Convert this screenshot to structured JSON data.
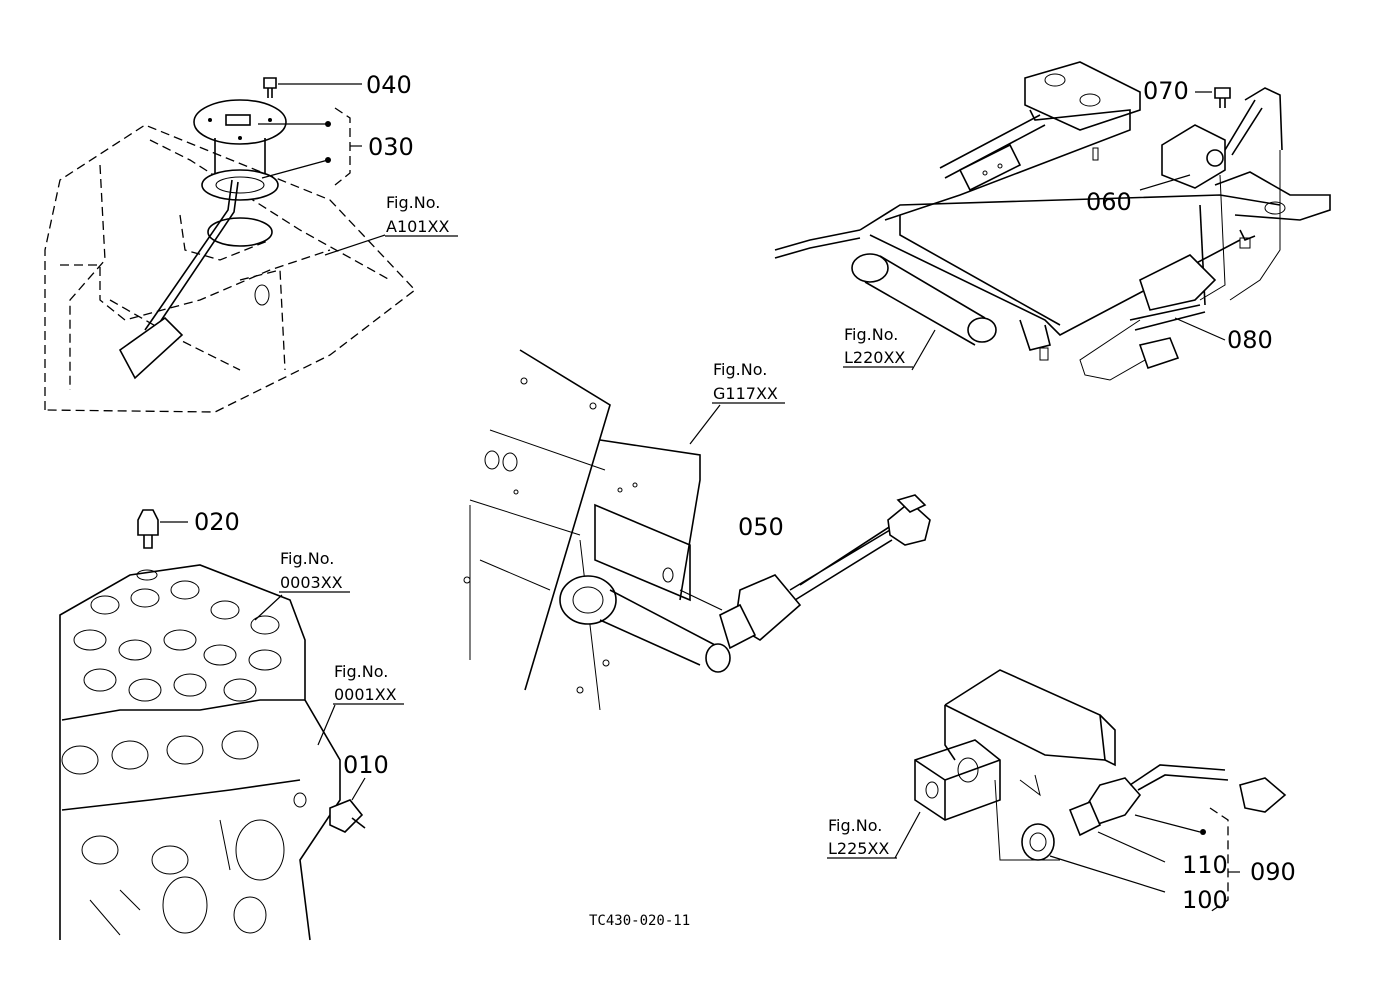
{
  "parts": {
    "p010": "010",
    "p020": "020",
    "p030": "030",
    "p040": "040",
    "p050": "050",
    "p060": "060",
    "p070": "070",
    "p080": "080",
    "p090": "090",
    "p100": "100",
    "p110": "110"
  },
  "figrefs": {
    "a101": {
      "prefix": "Fig.No.",
      "code": "A101XX"
    },
    "f0003": {
      "prefix": "Fig.No.",
      "code": "0003XX"
    },
    "f0001": {
      "prefix": "Fig.No.",
      "code": "0001XX"
    },
    "g117": {
      "prefix": "Fig.No.",
      "code": "G117XX"
    },
    "l220": {
      "prefix": "Fig.No.",
      "code": "L220XX"
    },
    "l225": {
      "prefix": "Fig.No.",
      "code": "L225XX"
    }
  },
  "drawing_code": "TC430-020-11"
}
